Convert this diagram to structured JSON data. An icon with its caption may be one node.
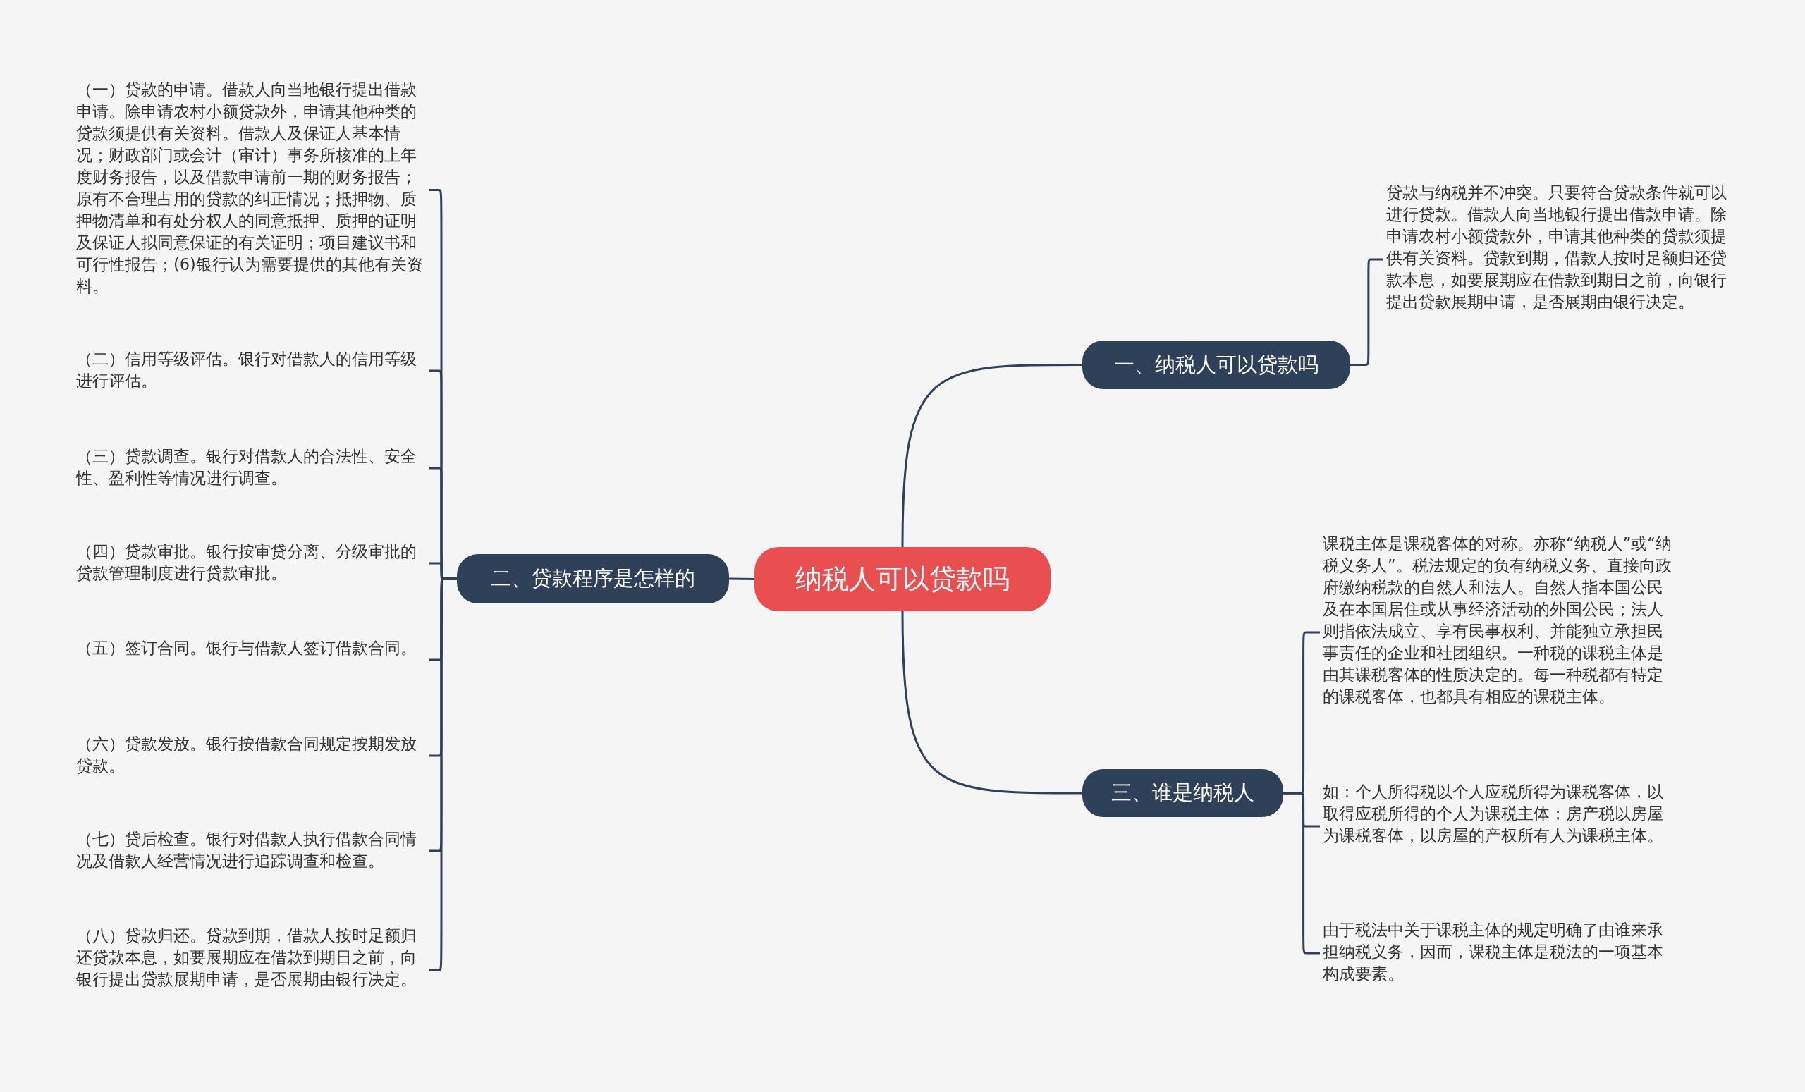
{
  "diagram": {
    "nodes": [
      {
        "text": [
          "纳税人可以贷款吗"
        ]
      },
      {
        "text": [
          "一、纳税人可以贷款吗"
        ]
      },
      {
        "text": [
          "贷款与纳税并不冲突。只要符合贷款条件就可以进行贷款。借款人向当地银行提出借款申请。除申请农村小额贷款外，申请其他种类的贷款须提供有关资料。贷款到期，借款人按时足额归还贷款本息，如要展期应在借款到期日之前，向银行提出贷款展期申请，是否展期由银行决定。"
        ]
      },
      {
        "text": [
          "二、贷款程序是怎样的"
        ]
      },
      {
        "text": [
          "（一）贷款的申请。借款人向当地银行提出借款申请。除申请农村小额贷款外，申请其他种类的贷款须提供有关资料。借款人及保证人基本情况；财政部门或会计（审计）事务所核准的上年度财务报告，以及借款申请前一期的财务报告；原有不合理占用的贷款的纠正情况；抵押物、质押物清单和有处分权人的同意抵押、质押的证明及保证人拟同意保证的有关证明；项目建议书和可行性报告；(6)银行认为需要提供的其他有关资料。"
        ]
      },
      {
        "text": [
          "（二）信用等级评估。银行对借款人的信用等级进行评估。"
        ]
      },
      {
        "text": [
          "（三）贷款调查。银行对借款人的合法性、安全性、盈利性等情况进行调查。"
        ]
      },
      {
        "text": [
          "（四）贷款审批。银行按审贷分离、分级审批的贷款管理制度进行贷款审批。"
        ]
      },
      {
        "text": [
          "（五）签订合同。银行与借款人签订借款合同。"
        ]
      },
      {
        "text": [
          "（六）贷款发放。银行按借款合同规定按期发放贷款。"
        ]
      },
      {
        "text": [
          "（七）贷后检查。银行对借款人执行借款合同情况及借款人经营情况进行追踪调查和检查。"
        ]
      },
      {
        "text": [
          "（八）贷款归还。贷款到期，借款人按时足额归还贷款本息，如要展期应在借款到期日之前，向银行提出贷款展期申请，是否展期由银行决定。"
        ]
      },
      {
        "text": [
          "三、谁是纳税人"
        ]
      },
      {
        "text": [
          "课税主体是课税客体的对称。亦称“纳税人”或“纳税义务人”。税法规定的负有纳税义务、直接向政府缴纳税款的自然人和法人。自然人指本国公民及在本国居住或从事经济活动的外国公民；法人则指依法成立、享有民事权利、并能独立承担民事责任的企业和社团组织。一种税的课税主体是由其课税客体的性质决定的。每一种税都有特定的课税客体，也都具有相应的课税主体。"
        ]
      },
      {
        "text": [
          "如：个人所得税以个人应税所得为课税客体，以取得应税所得的个人为课税主体；房产税以房屋为课税客体，以房屋的产权所有人为课税主体。"
        ]
      },
      {
        "text": [
          "由于税法中关于课税主体的规定明确了由谁来承担纳税义务，因而，课税主体是税法的一项基本构成要素。"
        ]
      }
    ],
    "edges": [
      {
        "from": 0,
        "to": 1,
        "arrow": "none"
      },
      {
        "from": 1,
        "to": 2,
        "arrow": "none"
      },
      {
        "from": 0,
        "to": 3,
        "arrow": "none"
      },
      {
        "from": 3,
        "to": 4,
        "arrow": "none"
      },
      {
        "from": 3,
        "to": 5,
        "arrow": "none"
      },
      {
        "from": 3,
        "to": 6,
        "arrow": "none"
      },
      {
        "from": 3,
        "to": 7,
        "arrow": "none"
      },
      {
        "from": 3,
        "to": 8,
        "arrow": "none"
      },
      {
        "from": 3,
        "to": 9,
        "arrow": "none"
      },
      {
        "from": 3,
        "to": 10,
        "arrow": "none"
      },
      {
        "from": 3,
        "to": 11,
        "arrow": "none"
      },
      {
        "from": 0,
        "to": 12,
        "arrow": "none"
      },
      {
        "from": 12,
        "to": 13,
        "arrow": "none"
      },
      {
        "from": 12,
        "to": 14,
        "arrow": "none"
      },
      {
        "from": 12,
        "to": 15,
        "arrow": "none"
      }
    ]
  }
}
